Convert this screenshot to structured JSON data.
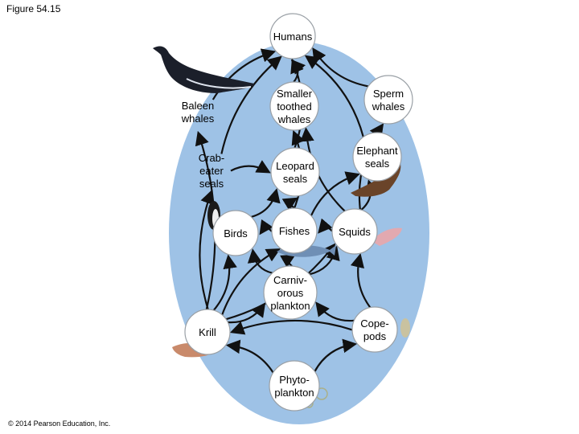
{
  "figure_label": "Figure 54.15",
  "copyright": "© 2014 Pearson Education, Inc.",
  "nodes": {
    "humans": [
      "Humans"
    ],
    "baleen_whales": [
      "Baleen",
      "whales"
    ],
    "smaller_toothed_whales": [
      "Smaller",
      "toothed",
      "whales"
    ],
    "sperm_whales": [
      "Sperm",
      "whales"
    ],
    "crabeater_seals": [
      "Crab-",
      "eater",
      "seals"
    ],
    "leopard_seals": [
      "Leopard",
      "seals"
    ],
    "elephant_seals": [
      "Elephant",
      "seals"
    ],
    "birds": [
      "Birds"
    ],
    "fishes": [
      "Fishes"
    ],
    "squids": [
      "Squids"
    ],
    "carnivorous_plankton": [
      "Carniv-",
      "orous",
      "plankton"
    ],
    "krill": [
      "Krill"
    ],
    "copepods": [
      "Cope-",
      "pods"
    ],
    "phytoplankton": [
      "Phyto-",
      "plankton"
    ]
  },
  "links": [
    [
      "phytoplankton",
      "krill"
    ],
    [
      "phytoplankton",
      "copepods"
    ],
    [
      "copepods",
      "krill"
    ],
    [
      "copepods",
      "carnivorous_plankton"
    ],
    [
      "krill",
      "carnivorous_plankton"
    ],
    [
      "carnivorous_plankton",
      "fishes"
    ],
    [
      "carnivorous_plankton",
      "squids"
    ],
    [
      "carnivorous_plankton",
      "birds"
    ],
    [
      "krill",
      "baleen_whales"
    ],
    [
      "krill",
      "crabeater_seals"
    ],
    [
      "krill",
      "birds"
    ],
    [
      "krill",
      "fishes"
    ],
    [
      "krill",
      "squids"
    ],
    [
      "copepods",
      "squids"
    ],
    [
      "fishes",
      "birds"
    ],
    [
      "fishes",
      "leopard_seals"
    ],
    [
      "fishes",
      "smaller_toothed_whales"
    ],
    [
      "fishes",
      "elephant_seals"
    ],
    [
      "squids",
      "fishes"
    ],
    [
      "squids",
      "sperm_whales"
    ],
    [
      "squids",
      "elephant_seals"
    ],
    [
      "squids",
      "smaller_toothed_whales"
    ],
    [
      "birds",
      "leopard_seals"
    ],
    [
      "crabeater_seals",
      "leopard_seals"
    ],
    [
      "leopard_seals",
      "humans"
    ],
    [
      "baleen_whales",
      "humans"
    ],
    [
      "smaller_toothed_whales",
      "humans"
    ],
    [
      "sperm_whales",
      "humans"
    ],
    [
      "elephant_seals",
      "humans"
    ],
    [
      "crabeater_seals",
      "humans"
    ]
  ],
  "colors": {
    "background_blob": "#9ec2e6",
    "arrow": "#111111",
    "node_fill": "#ffffff"
  }
}
